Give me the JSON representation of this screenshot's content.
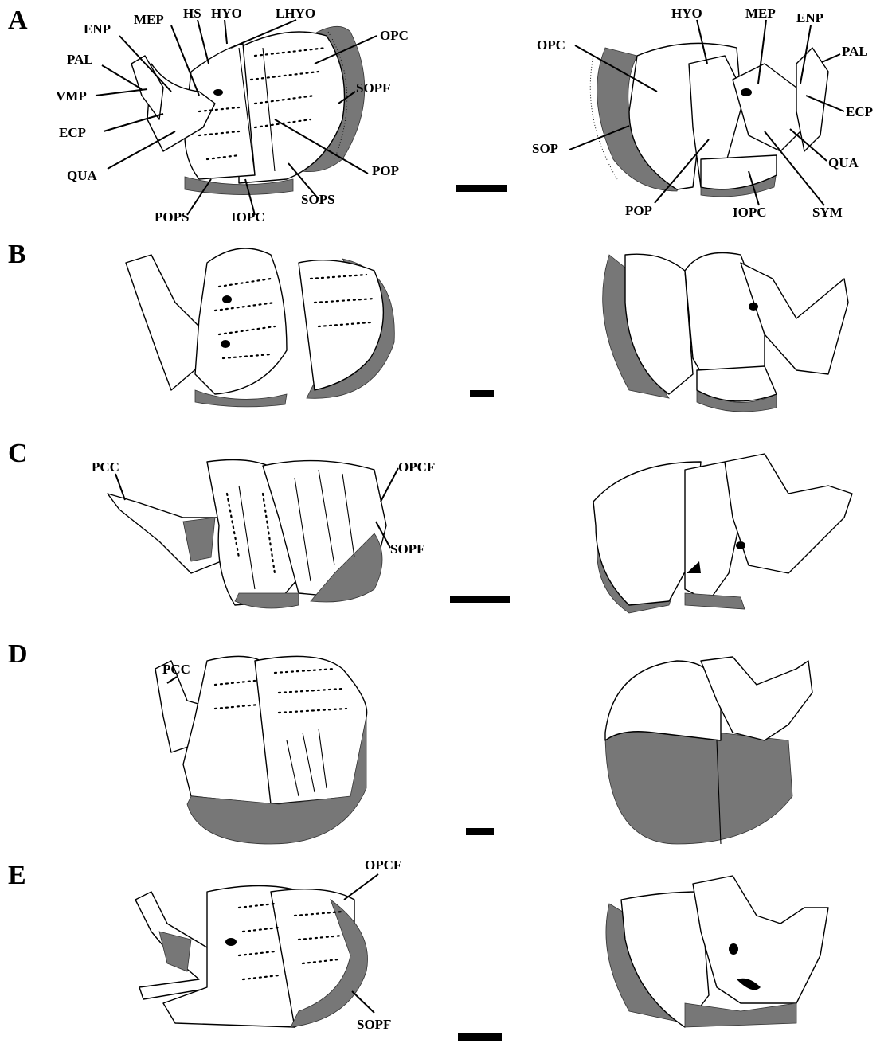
{
  "panels": {
    "A": {
      "letter": "A",
      "labels": {
        "enp": "ENP",
        "mep": "MEP",
        "hs": "HS",
        "hyo": "HYO",
        "lhyo": "LHYO",
        "opc": "OPC",
        "pal": "PAL",
        "vmp": "VMP",
        "sopf": "SOPF",
        "ecp": "ECP",
        "qua": "QUA",
        "pop": "POP",
        "sops": "SOPS",
        "pops": "POPS",
        "iopc": "IOPC",
        "r_hyo": "HYO",
        "r_mep": "MEP",
        "r_enp": "ENP",
        "r_opc": "OPC",
        "r_pal": "PAL",
        "r_ecp": "ECP",
        "r_sop": "SOP",
        "r_qua": "QUA",
        "r_pop": "POP",
        "r_iopc": "IOPC",
        "r_sym": "SYM"
      }
    },
    "B": {
      "letter": "B"
    },
    "C": {
      "letter": "C",
      "labels": {
        "pcc": "PCC",
        "opcf": "OPCF",
        "sopf": "SOPF"
      }
    },
    "D": {
      "letter": "D",
      "labels": {
        "pcc": "PCC"
      }
    },
    "E": {
      "letter": "E",
      "labels": {
        "opcf": "OPCF",
        "sopf": "SOPF"
      }
    }
  },
  "colors": {
    "ink": "#000000",
    "bone_fill": "#ffffff",
    "cartilage_grey": "#777777"
  }
}
